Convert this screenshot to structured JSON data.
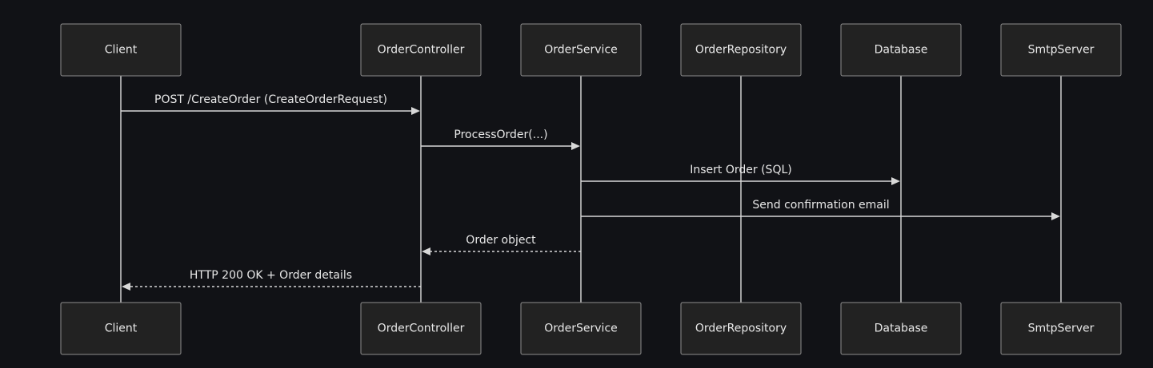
{
  "participants": [
    {
      "id": "client",
      "label": "Client"
    },
    {
      "id": "controller",
      "label": "OrderController"
    },
    {
      "id": "service",
      "label": "OrderService"
    },
    {
      "id": "repository",
      "label": "OrderRepository"
    },
    {
      "id": "database",
      "label": "Database"
    },
    {
      "id": "smtp",
      "label": "SmtpServer"
    }
  ],
  "messages": [
    {
      "from": "client",
      "to": "controller",
      "label": "POST /CreateOrder (CreateOrderRequest)",
      "style": "solid"
    },
    {
      "from": "controller",
      "to": "service",
      "label": "ProcessOrder(...)",
      "style": "solid"
    },
    {
      "from": "service",
      "to": "database",
      "label": "Insert Order (SQL)",
      "style": "solid"
    },
    {
      "from": "service",
      "to": "smtp",
      "label": "Send confirmation email",
      "style": "solid"
    },
    {
      "from": "service",
      "to": "controller",
      "label": "Order object",
      "style": "dashed"
    },
    {
      "from": "controller",
      "to": "client",
      "label": "HTTP 200 OK + Order details",
      "style": "dashed"
    }
  ]
}
